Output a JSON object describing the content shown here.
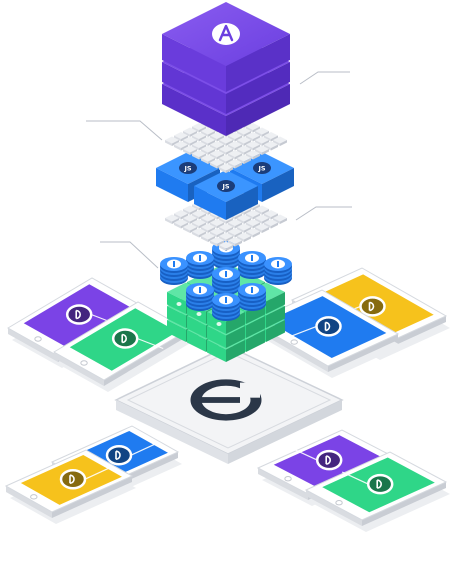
{
  "layers": [
    {
      "name": "top-block",
      "icon": "a-logo-icon",
      "color": "#6c3fe0"
    },
    {
      "name": "js-blocks",
      "icon": "js-icon",
      "color": "#1f7bf0"
    },
    {
      "name": "coin-stacks",
      "icon": "coin-icon",
      "color": "#1f7bf0"
    },
    {
      "name": "green-cubes",
      "icon": "gear-icon",
      "color": "#2fd688"
    },
    {
      "name": "base-platform",
      "icon": "e-logo-icon",
      "color": "#2b3748"
    }
  ],
  "badges": {
    "js_label": "JS"
  },
  "phones": [
    {
      "position": "left-top",
      "screen_color": "#7b43e6"
    },
    {
      "position": "left-middle",
      "screen_color": "#2fd688"
    },
    {
      "position": "right-top",
      "screen_color": "#f6c21c"
    },
    {
      "position": "right-middle",
      "screen_color": "#1f7bf0"
    },
    {
      "position": "left-bottom-back",
      "screen_color": "#1f7bf0"
    },
    {
      "position": "left-bottom-front",
      "screen_color": "#f6c21c"
    },
    {
      "position": "right-bottom-back",
      "screen_color": "#7b43e6"
    },
    {
      "position": "right-bottom-front",
      "screen_color": "#2fd688"
    }
  ],
  "colors": {
    "purple": "#6c3fe0",
    "blue": "#1f7bf0",
    "green": "#2fd688",
    "yellow": "#f6c21c",
    "platform": "#eef0f3",
    "grid": "#d9dce2",
    "logo": "#2b3748"
  }
}
